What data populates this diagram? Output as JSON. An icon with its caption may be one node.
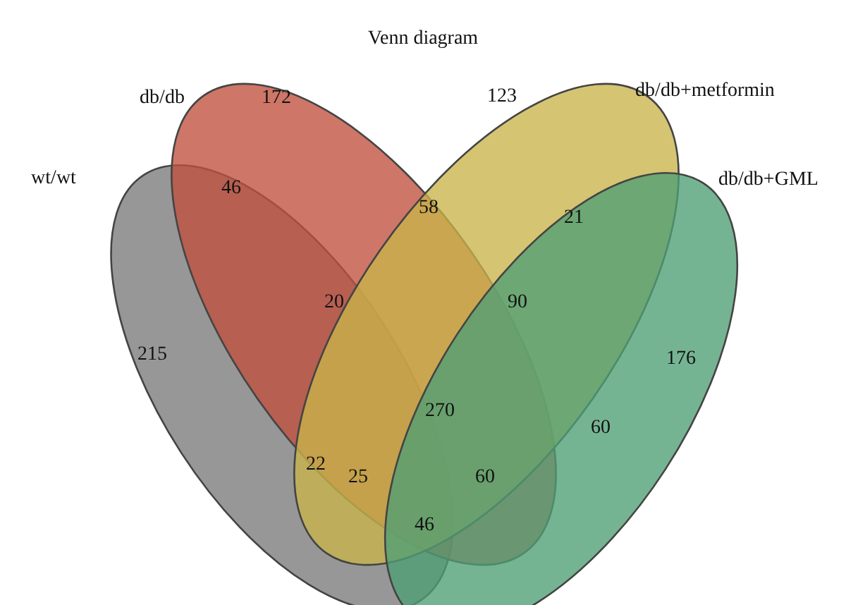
{
  "diagram": {
    "title": "Venn diagram",
    "nodes": [
      {
        "text": [
          "wt/wt"
        ]
      },
      {
        "text": [
          "db/db"
        ]
      },
      {
        "text": [
          "db/db+metformin"
        ]
      },
      {
        "text": [
          "db/db+GML"
        ]
      }
    ],
    "labels": [
      "172",
      "123",
      "46",
      "58",
      "21",
      "20",
      "90",
      "215",
      "176",
      "270",
      "22",
      "60",
      "25",
      "60",
      "46"
    ]
  }
}
